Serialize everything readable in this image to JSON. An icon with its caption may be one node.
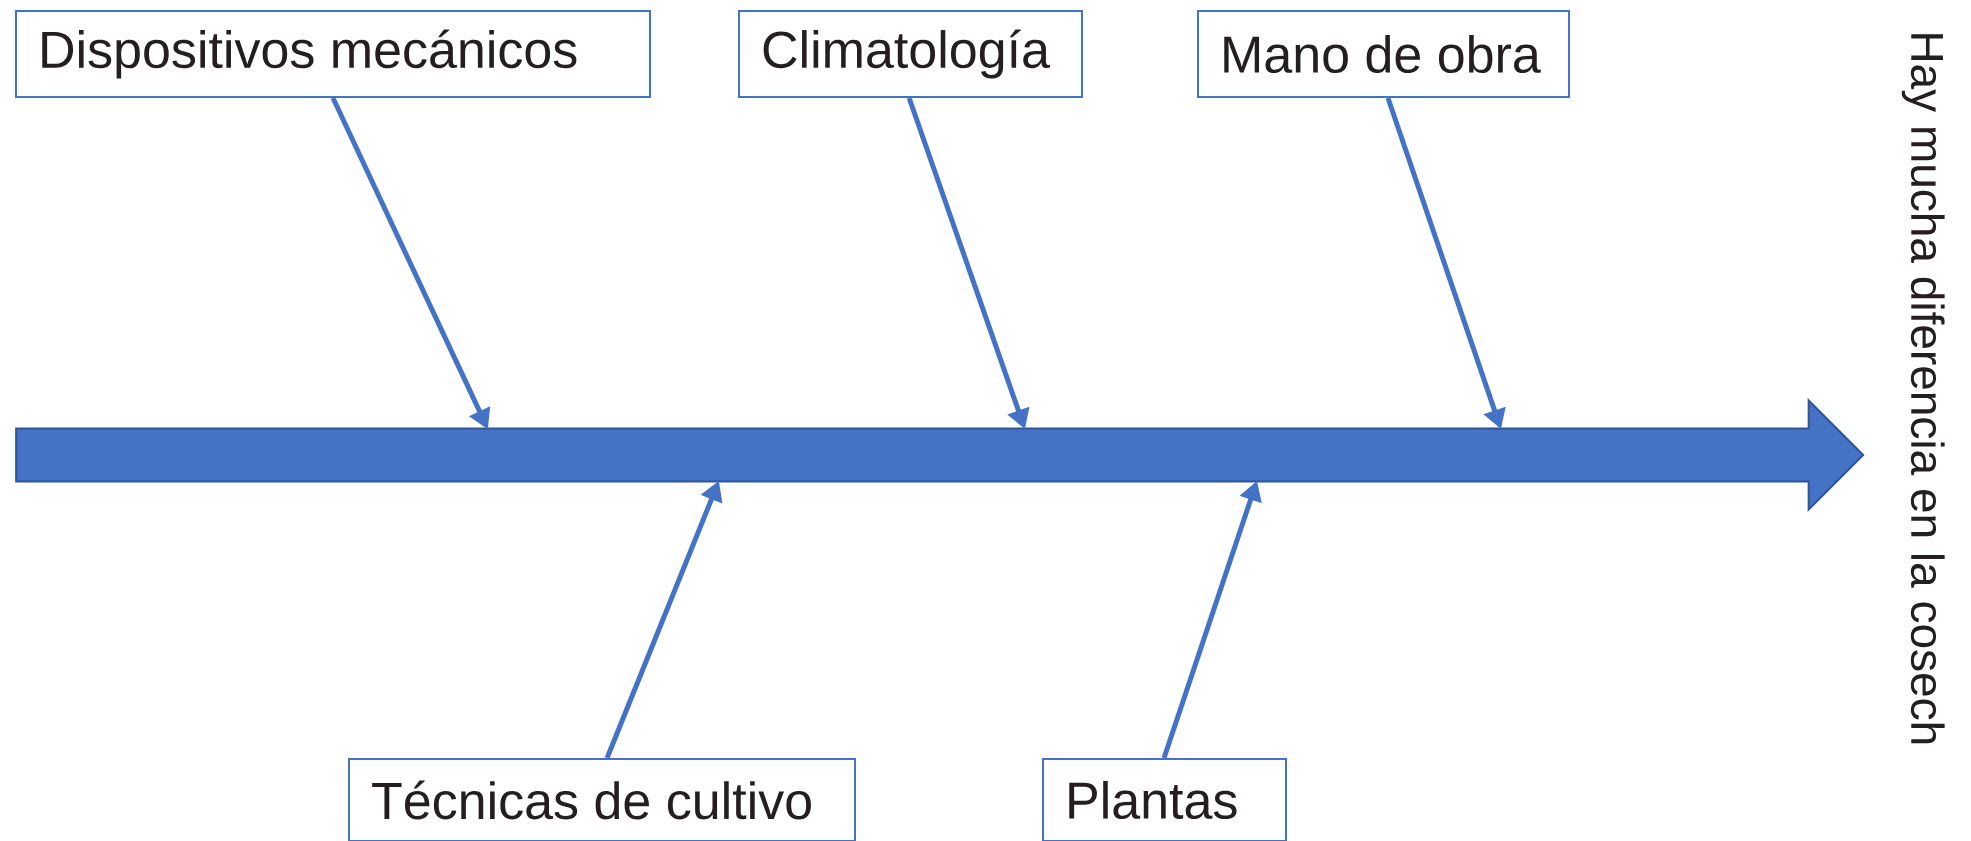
{
  "diagram": {
    "nodes": [
      {
        "text": [
          "Dispositivos mecánicos"
        ]
      },
      {
        "text": [
          "Climatología"
        ]
      },
      {
        "text": [
          "Mano de obra"
        ]
      },
      {
        "text": [
          "Técnicas de cultivo"
        ]
      },
      {
        "text": [
          "Plantas"
        ]
      },
      {
        "text": [],
        "shape": "arrow"
      },
      {
        "text": [
          "Hay mucha diferencia en la cosech"
        ]
      }
    ],
    "edges": [
      {
        "from": 0,
        "to": 5,
        "arrow": "to"
      },
      {
        "from": 1,
        "to": 5,
        "arrow": "to"
      },
      {
        "from": 2,
        "to": 5,
        "arrow": "to"
      },
      {
        "from": 3,
        "to": 5,
        "arrow": "to"
      },
      {
        "from": 4,
        "to": 5,
        "arrow": "to"
      }
    ]
  }
}
